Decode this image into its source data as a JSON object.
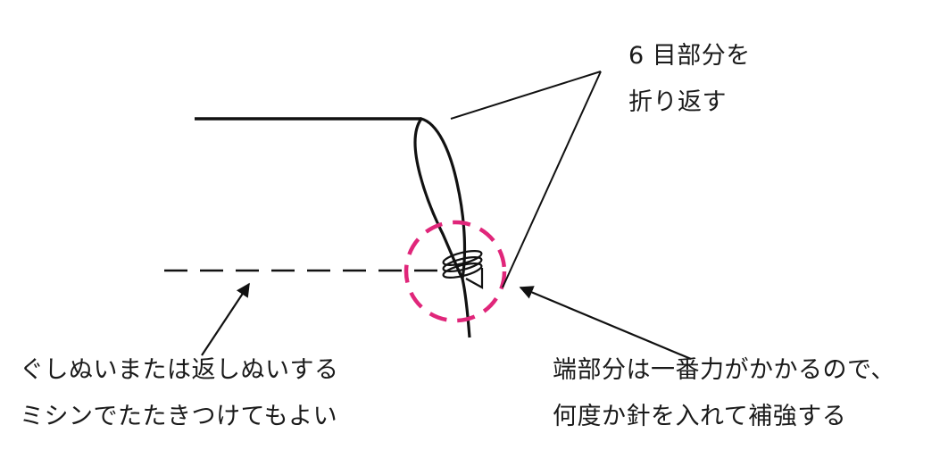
{
  "labels": {
    "fold": {
      "line1": "6 目部分を",
      "line2": "折り返す"
    },
    "stitch": {
      "line1": "ぐしぬいまたは返しぬいする",
      "line2": "ミシンでたたきつけてもよい"
    },
    "reinforce": {
      "line1": "端部分は一番力がかかるので、",
      "line2": "何度か針を入れて補強する"
    }
  },
  "colors": {
    "line": "#111111",
    "highlight_circle": "#e0267a"
  }
}
